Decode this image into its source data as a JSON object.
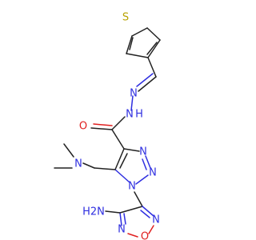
{
  "molecule": {
    "atoms": {
      "sulfur": "S",
      "hydrazone_n1": "N",
      "hydrazone_n2": "N",
      "hydrazone_h": "H",
      "amide_o": "O",
      "triazole_n1": "N",
      "triazole_n2": "N",
      "triazole_n3": "N",
      "dimethylamine_n": "N",
      "oxadiazole_n1": "N",
      "oxadiazole_o": "O",
      "oxadiazole_n2": "N",
      "amine": "H2N"
    },
    "colors": {
      "carbon": "#222222",
      "nitrogen": "#2f2fe0",
      "oxygen": "#e02020",
      "sulfur": "#b8a200"
    }
  }
}
